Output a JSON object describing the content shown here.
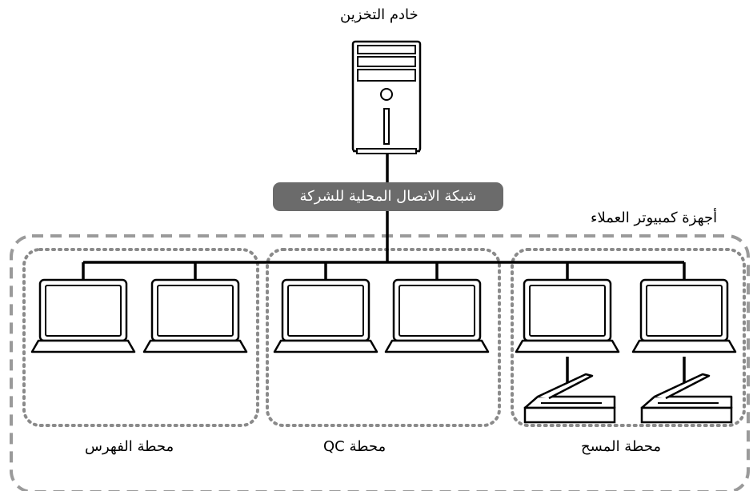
{
  "diagram": {
    "server_label": "خادم التخزين",
    "lan_label": "شبكة الاتصال المحلية للشركة",
    "clients_group_label": "أجهزة كمبيوتر العملاء",
    "stations": [
      {
        "label": "محطة الفهرس",
        "laptops": 2,
        "scanners": 0
      },
      {
        "label": "محطة QC",
        "laptops": 2,
        "scanners": 0
      },
      {
        "label": "محطة المسح",
        "laptops": 2,
        "scanners": 2
      }
    ]
  }
}
